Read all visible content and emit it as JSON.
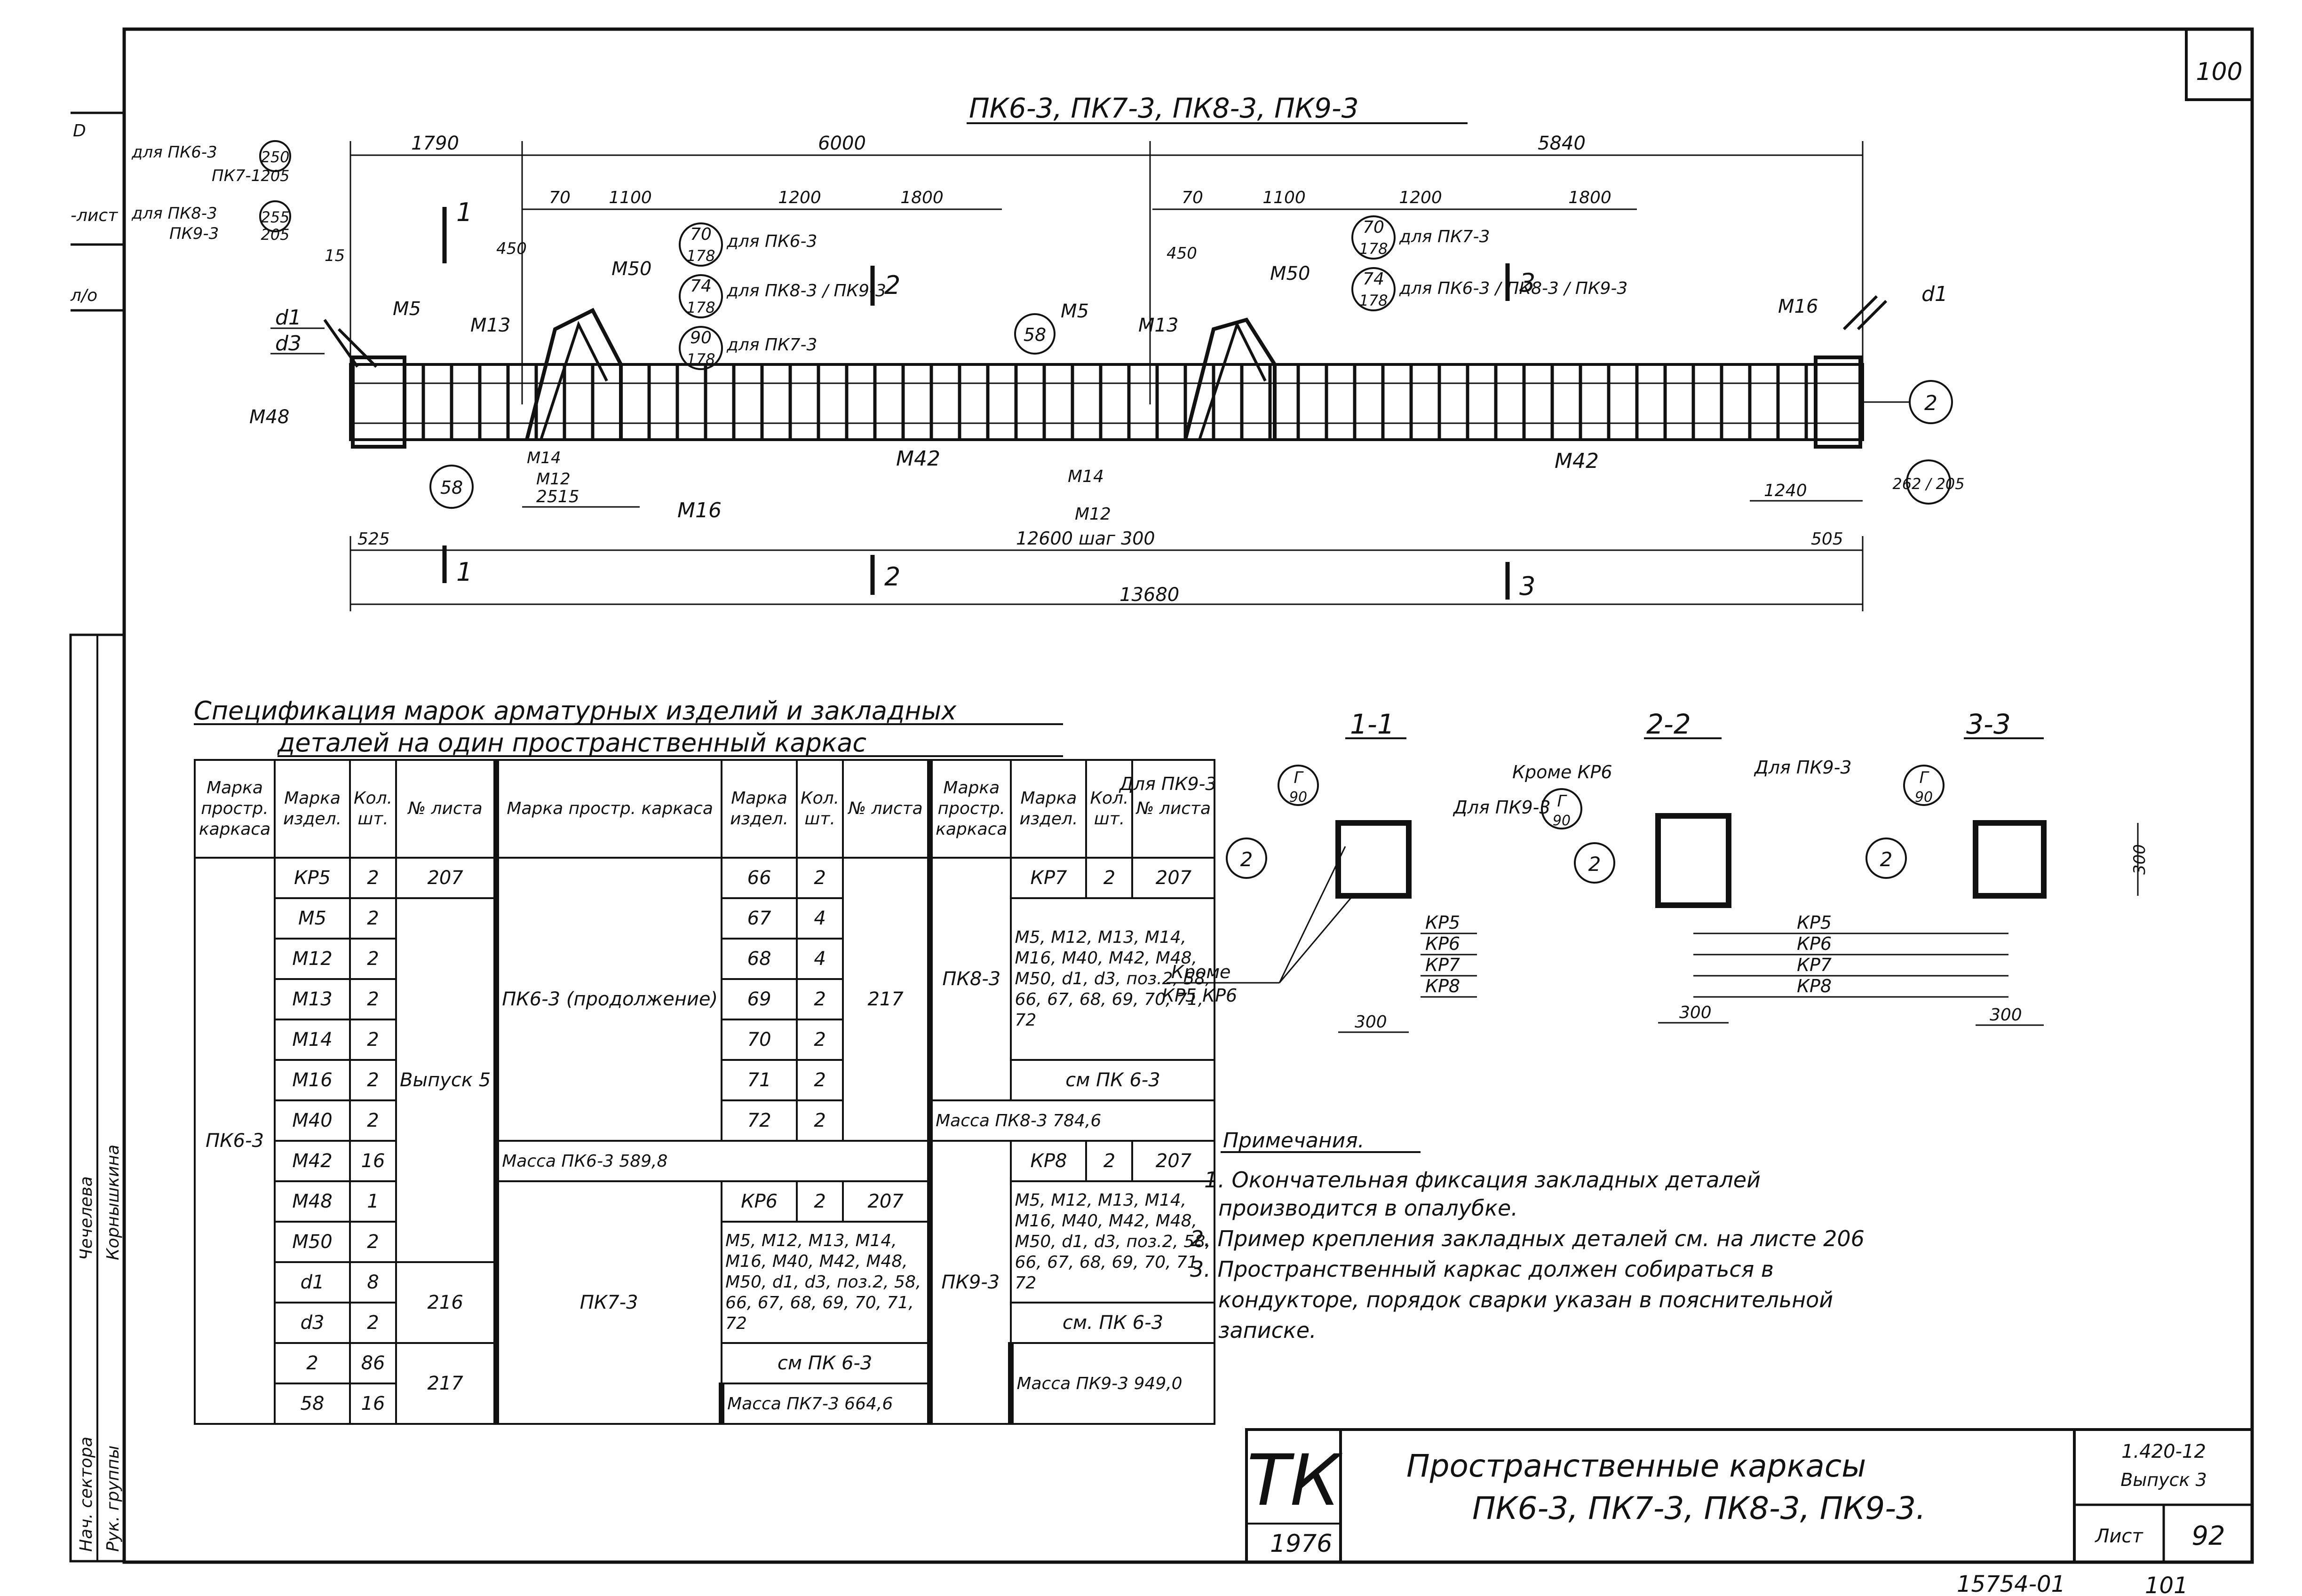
{
  "sheet": {
    "corner_number": "100",
    "bottom_number": "15754-01",
    "bottom_page": "101"
  },
  "left_strip": {
    "top_marks": [
      "D",
      "-лист",
      "л/о"
    ],
    "signatures": [
      "Нач. сектора",
      "Рук. группы",
      "Чечелева",
      "Корнышкина"
    ]
  },
  "elevation": {
    "title": "ПК6-3, ПК7-3, ПК8-3, ПК9-3",
    "dims_top": [
      "1790",
      "6000",
      "5840"
    ],
    "dims_second": [
      "70",
      "1100",
      "1200",
      "1800",
      "70",
      "1100",
      "1200",
      "1800"
    ],
    "dim_15": "15",
    "dim_450_a": "450",
    "dim_450_b": "450",
    "note_pk6": {
      "prefix": "для ПК6-3",
      "value": "250",
      "prefix2": "ПК7-1",
      "value2": "205"
    },
    "note_pk8": {
      "prefix": "для ПК8-3",
      "value": "255",
      "prefix2": "ПК9-3",
      "value2": "205"
    },
    "callouts_left": [
      {
        "top": "70",
        "bottom": "178",
        "text": "для ПК6-3"
      },
      {
        "top": "74",
        "bottom": "178",
        "text": "для ПК8-3 / ПК9-3"
      },
      {
        "top": "90",
        "bottom": "178",
        "text": "для ПК7-3"
      }
    ],
    "callouts_right": [
      {
        "top": "70",
        "bottom": "178",
        "text": "для ПК7-3"
      },
      {
        "top": "74",
        "bottom": "178",
        "text": "для ПК6-3 / ПК8-3 / ПК9-3"
      }
    ],
    "marks": [
      "d1",
      "d3",
      "М5",
      "М13",
      "М50",
      "М48",
      "М14",
      "М12",
      "М16",
      "М42",
      "М14",
      "М12",
      "М42",
      "М5",
      "М13",
      "М50",
      "М16",
      "d1"
    ],
    "circles": [
      "58",
      "58",
      "2",
      "262 / 205"
    ],
    "section_labels": [
      "1",
      "2",
      "3",
      "1",
      "2",
      "3"
    ],
    "dims_bottom": {
      "d2515": "2515",
      "d525": "525",
      "d12600": "12600 шаг 300",
      "d1240": "1240",
      "d505": "505",
      "d13680": "13680"
    }
  },
  "spec": {
    "title_line1": "Спецификация марок арматурных изделий и закладных",
    "title_line2": "деталей на один пространственный каркас",
    "headers": [
      "Марка простр. каркаса",
      "Марка издел.",
      "Кол. шт.",
      "№ листа"
    ],
    "group1": {
      "frame": "ПК6-3",
      "rows": [
        [
          "КР5",
          "2"
        ],
        [
          "М5",
          "2"
        ],
        [
          "М12",
          "2"
        ],
        [
          "М13",
          "2"
        ],
        [
          "М14",
          "2"
        ],
        [
          "М16",
          "2"
        ],
        [
          "М40",
          "2"
        ],
        [
          "М42",
          "16"
        ],
        [
          "М48",
          "1"
        ],
        [
          "М50",
          "2"
        ],
        [
          "d1",
          "8"
        ],
        [
          "d3",
          "2"
        ],
        [
          "2",
          "86"
        ],
        [
          "58",
          "16"
        ]
      ],
      "sheet_207": "207",
      "sheet_vypusk": "Выпуск 5",
      "sheet_216": "216",
      "sheet_217": "217"
    },
    "group2": {
      "frame": "ПК6-3 (продолжение)",
      "rows": [
        [
          "66",
          "2"
        ],
        [
          "67",
          "4"
        ],
        [
          "68",
          "4"
        ],
        [
          "69",
          "2"
        ],
        [
          "70",
          "2"
        ],
        [
          "71",
          "2"
        ],
        [
          "72",
          "2"
        ]
      ],
      "sheet": "217",
      "mass": "Масса ПК6-3  589,8",
      "frame2": "ПК7-3",
      "row_kr": [
        "КР6",
        "2",
        "207"
      ],
      "composition": "М5, М12, М13, М14, М16, М40, М42, М48, М50, d1, d3, поз.2, 58, 66, 67, 68, 69, 70, 71, 72",
      "see": "см ПК 6-3",
      "mass2": "Масса ПК7-3  664,6"
    },
    "group3": {
      "frame": "ПК8-3",
      "row_kr": [
        "КР7",
        "2",
        "207"
      ],
      "composition": "М5, М12, М13, М14, М16, М40, М42, М48, М50, d1, d3, поз.2, 58, 66, 67, 68, 69, 70, 71, 72",
      "see": "см ПК 6-3",
      "mass": "Масса ПК8-3  784,6",
      "frame2": "ПК9-3",
      "row_kr2": [
        "КР8",
        "2",
        "207"
      ],
      "composition2": "М5, М12, М13, М14, М16, М40, М42, М48, М50, d1, d3, поз.2, 58, 66, 67, 68, 69, 70, 71, 72",
      "see2": "см. ПК 6-3",
      "mass2": "Масса ПК9-3  949,0"
    }
  },
  "sections": {
    "s11": {
      "label": "1-1",
      "note": "Для ПК9-3",
      "circle_top": "Г",
      "circle_bottom": "90",
      "pos": "2",
      "except": "Кроме",
      "except_items": "КР5 КР6",
      "dim": "300",
      "kr": [
        "КР5",
        "КР6",
        "КР7",
        "КР8"
      ]
    },
    "s22": {
      "label": "2-2",
      "note": "Кроме КР6",
      "note2": "Для ПК9-3",
      "circle_top": "Г",
      "circle_bottom": "90",
      "pos": "2",
      "dim": "300"
    },
    "s33": {
      "label": "3-3",
      "note": "Для ПК9-3",
      "circle_top": "Г",
      "circle_bottom": "90",
      "pos": "2",
      "dim": "300",
      "dim_v": "300"
    },
    "kr_list": [
      "КР5",
      "КР6",
      "КР7",
      "КР8"
    ]
  },
  "notes": {
    "title": "Примечания.",
    "items": [
      "1. Окончательная фиксация закладных деталей",
      "производится в опалубке.",
      "2. Пример крепления закладных деталей см. на листе 206",
      "3. Пространственный каркас должен собираться в",
      "кондукторе, порядок сварки указан в пояснительной",
      "записке."
    ]
  },
  "title_block": {
    "logo": "ТК",
    "year": "1976",
    "title_line1": "Пространственные каркасы",
    "title_line2": "ПК6-3, ПК7-3, ПК8-3, ПК9-3.",
    "series": "1.420-12",
    "issue": "Выпуск 3",
    "sheet_label": "Лист",
    "sheet_number": "92"
  }
}
